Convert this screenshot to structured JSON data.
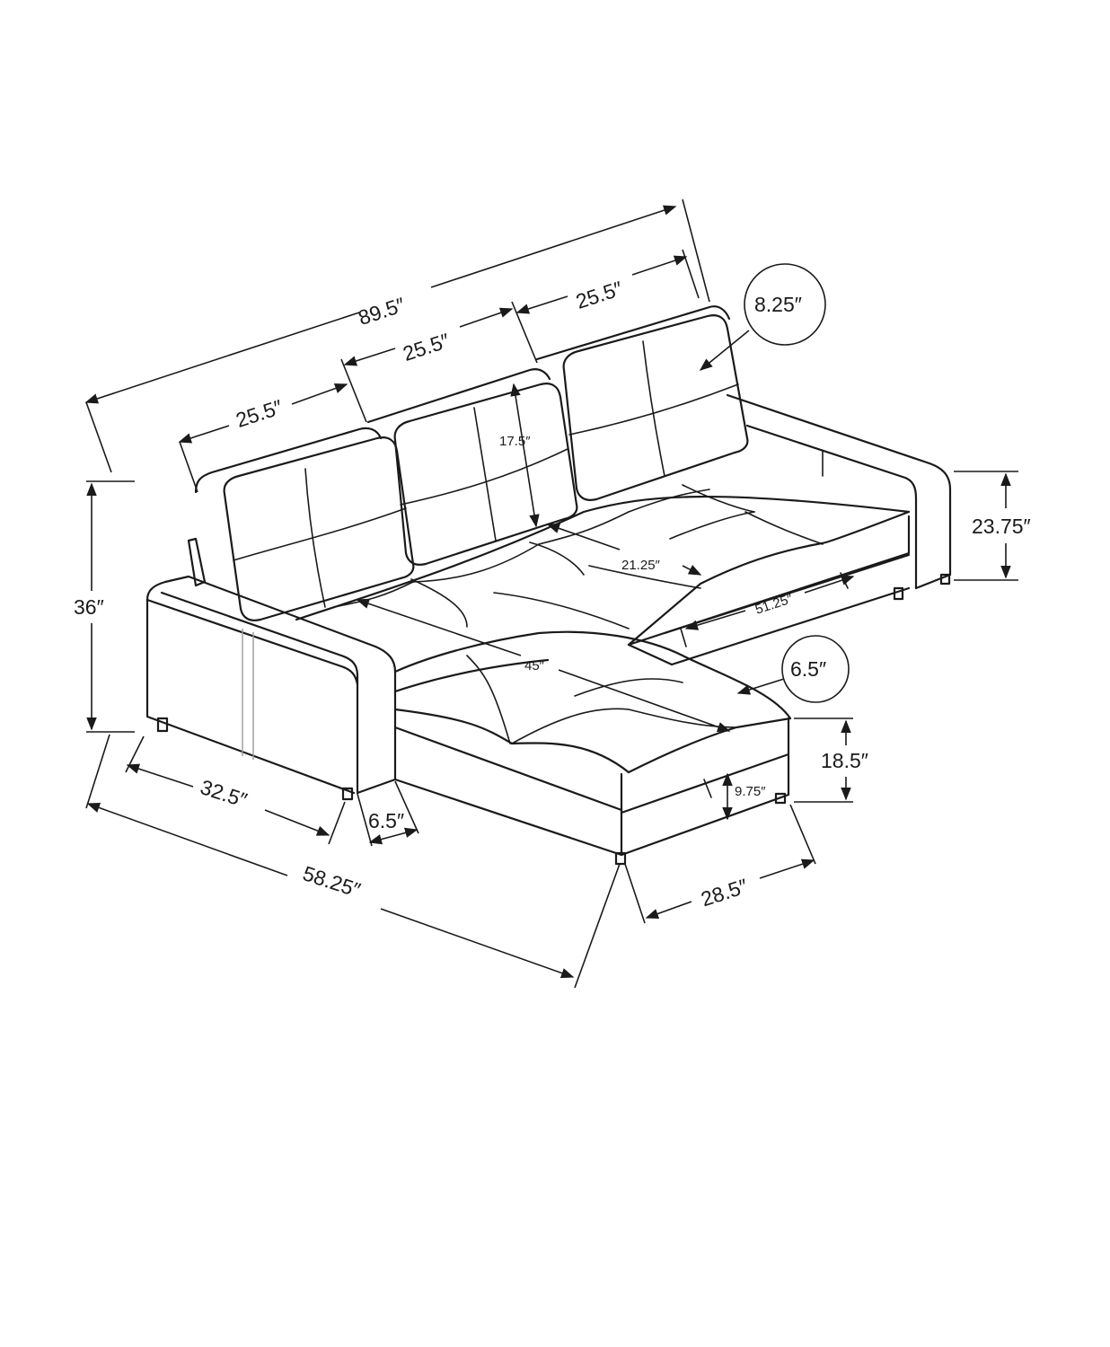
{
  "dimensions": {
    "overall_width": "89.5″",
    "seat_width_left": "25.5″",
    "seat_width_middle": "25.5″",
    "seat_width_right": "25.5″",
    "back_cushion_thickness": "8.25″",
    "back_cushion_height": "17.5″",
    "seat_depth": "21.25″",
    "arm_height": "23.75″",
    "overall_height": "36″",
    "storage_length": "51.25″",
    "chaise_seat_length": "45″",
    "chaise_cushion_thickness": "6.5″",
    "seat_height": "18.5″",
    "storage_depth": "9.75″",
    "arm_depth": "32.5″",
    "arm_width": "6.5″",
    "overall_depth": "58.25″",
    "chaise_width": "28.5″"
  }
}
